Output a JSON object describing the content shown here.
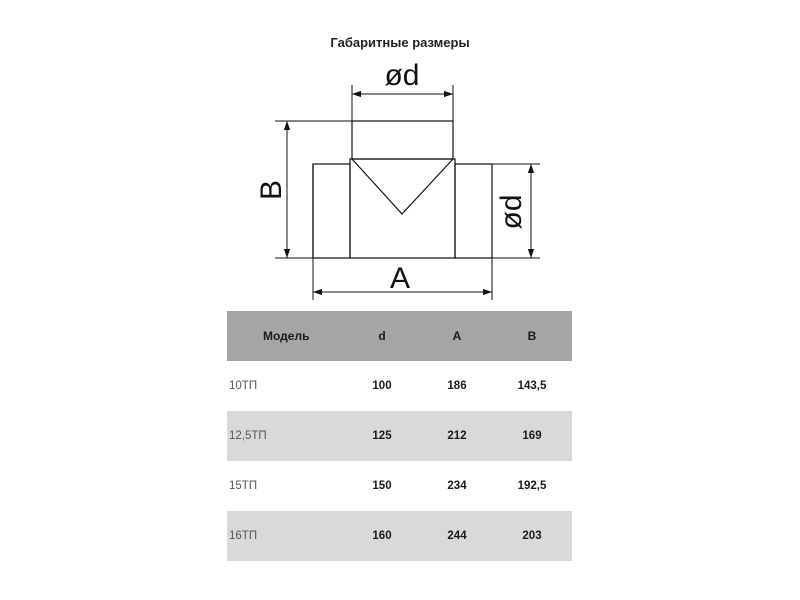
{
  "title": "Габаритные размеры",
  "diagram": {
    "label_d_top": "ød",
    "label_d_right": "ød",
    "label_B": "B",
    "label_A": "A"
  },
  "table": {
    "headers": [
      "Модель",
      "d",
      "A",
      "B"
    ],
    "rows": [
      [
        "10ТП",
        "100",
        "186",
        "143,5"
      ],
      [
        "12,5ТП",
        "125",
        "212",
        "169"
      ],
      [
        "15ТП",
        "150",
        "234",
        "192,5"
      ],
      [
        "16ТП",
        "160",
        "244",
        "203"
      ]
    ]
  }
}
